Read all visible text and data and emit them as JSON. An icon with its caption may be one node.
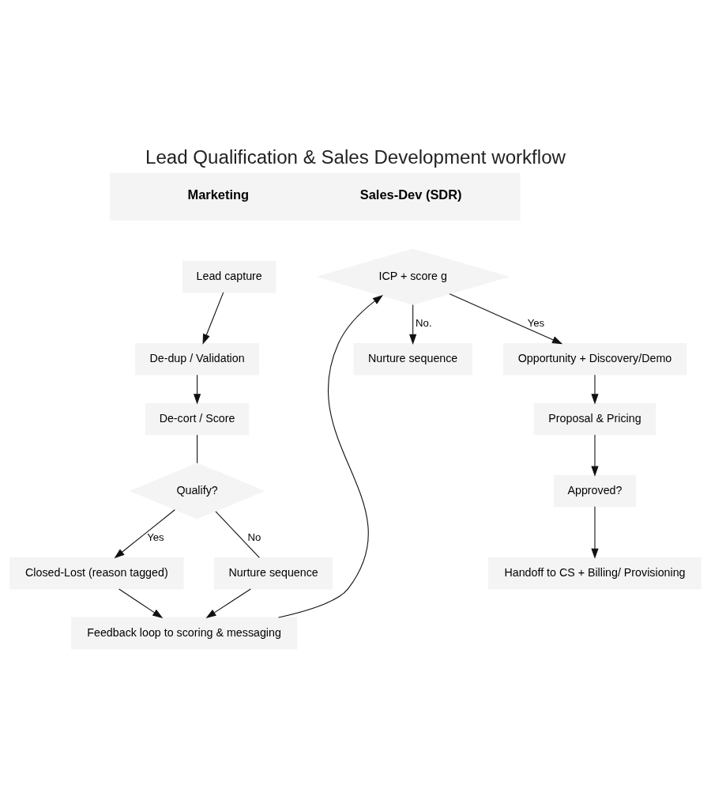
{
  "diagram": {
    "title": "Lead Qualification & Sales Development workflow",
    "nodes": [
      {
        "text": [
          "Marketing",
          "Sales-Dev (SDR)"
        ]
      },
      {
        "text": [
          "Lead capture"
        ]
      },
      {
        "text": [
          "De-dup / Validation"
        ]
      },
      {
        "text": [
          "De-cort / Score"
        ]
      },
      {
        "text": [
          "Qualify?"
        ]
      },
      {
        "text": [
          "Closed-Lost (reason tagged)"
        ]
      },
      {
        "text": [
          "Nurture sequence"
        ]
      },
      {
        "text": [
          "Feedback loop to scoring & messaging"
        ]
      },
      {
        "text": [
          "ICP + score g"
        ]
      },
      {
        "text": [
          "Nurture sequence"
        ]
      },
      {
        "text": [
          "Opportunity + Discovery/Demo"
        ]
      },
      {
        "text": [
          "Proposal & Pricing"
        ]
      },
      {
        "text": [
          "Approved?"
        ]
      },
      {
        "text": [
          "Handoff to CS + Billing/ Provisioning"
        ]
      }
    ],
    "edges": [
      {
        "from": 1,
        "to": 2,
        "arrow": "to"
      },
      {
        "from": 2,
        "to": 3,
        "arrow": "to"
      },
      {
        "from": 3,
        "to": 4,
        "arrow": "none"
      },
      {
        "from": 4,
        "to": 5,
        "arrow": "to",
        "label": "Yes"
      },
      {
        "from": 4,
        "to": 6,
        "arrow": "none",
        "label": "No"
      },
      {
        "from": 5,
        "to": 7,
        "arrow": "to"
      },
      {
        "from": 6,
        "to": 7,
        "arrow": "to"
      },
      {
        "from": 7,
        "to": 8,
        "arrow": "to"
      },
      {
        "from": 8,
        "to": 9,
        "arrow": "to",
        "label": "No."
      },
      {
        "from": 8,
        "to": 10,
        "arrow": "to",
        "label": "Yes"
      },
      {
        "from": 10,
        "to": 11,
        "arrow": "to"
      },
      {
        "from": 11,
        "to": 12,
        "arrow": "to"
      },
      {
        "from": 12,
        "to": 13,
        "arrow": "to"
      }
    ]
  }
}
